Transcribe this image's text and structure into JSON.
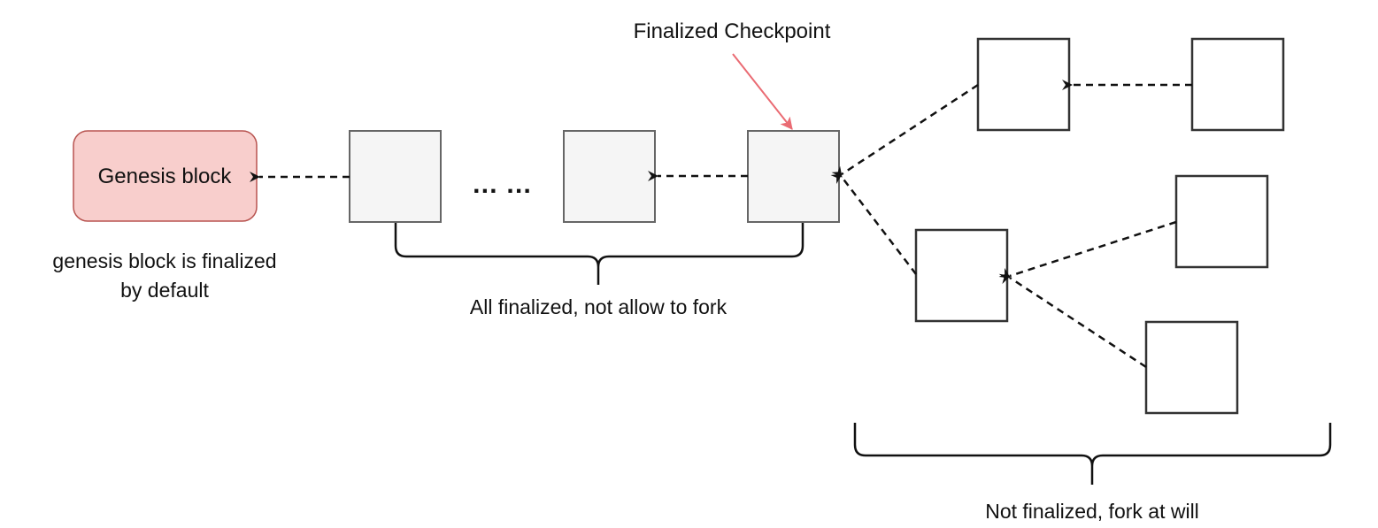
{
  "diagram": {
    "genesis": {
      "label": "Genesis block",
      "caption_line1": "genesis block is finalized",
      "caption_line2": "by default",
      "fill_color": "#f8cecc",
      "stroke_color": "#b85450"
    },
    "finalized_chain": {
      "ellipsis": "… …",
      "brace_label": "All finalized, not allow to fork",
      "block_count": 3
    },
    "checkpoint": {
      "label": "Finalized Checkpoint",
      "arrow_color": "#ea6b73"
    },
    "fork_region": {
      "brace_label": "Not finalized, fork at will",
      "block_count": 5
    },
    "edge_style": "dashed",
    "edge_color": "#111111"
  }
}
